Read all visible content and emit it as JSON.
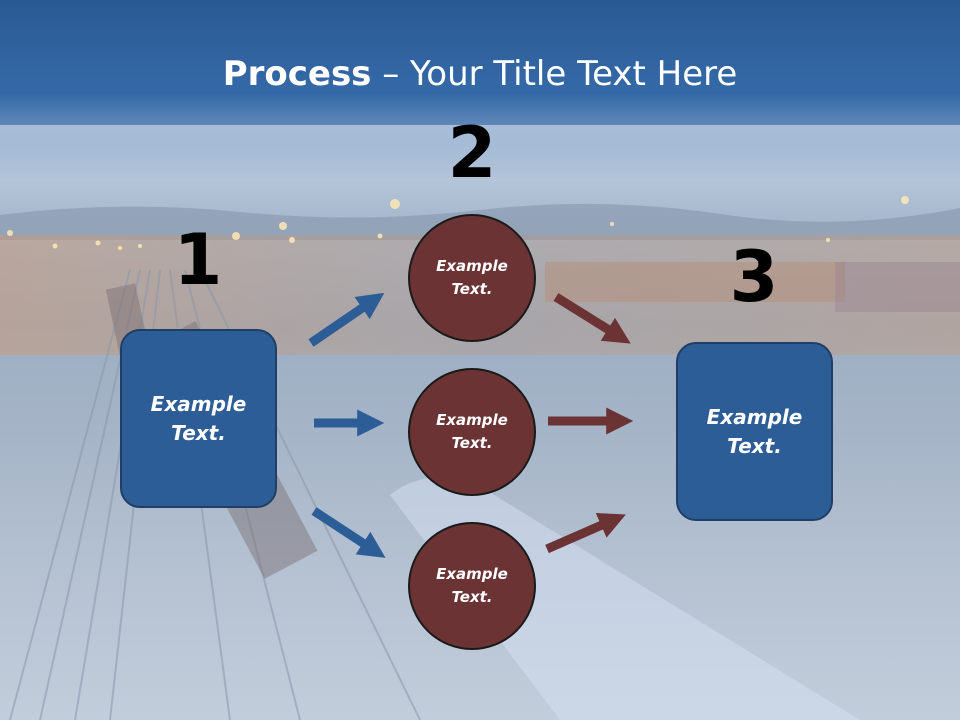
{
  "title": {
    "bold": "Process",
    "rest": " – Your Title Text Here"
  },
  "steps": {
    "one": {
      "number": "1",
      "text_line1": "Example",
      "text_line2": "Text."
    },
    "two": {
      "number": "2"
    },
    "three": {
      "number": "3",
      "text_line1": "Example",
      "text_line2": "Text."
    }
  },
  "circles": [
    {
      "line1": "Example",
      "line2": "Text."
    },
    {
      "line1": "Example",
      "line2": "Text."
    },
    {
      "line1": "Example",
      "line2": "Text."
    }
  ],
  "colors": {
    "box_fill": "#2d5d97",
    "circle_fill": "#6b3333",
    "blue_arrow": "#2d5d97",
    "red_arrow": "#6b3333"
  }
}
